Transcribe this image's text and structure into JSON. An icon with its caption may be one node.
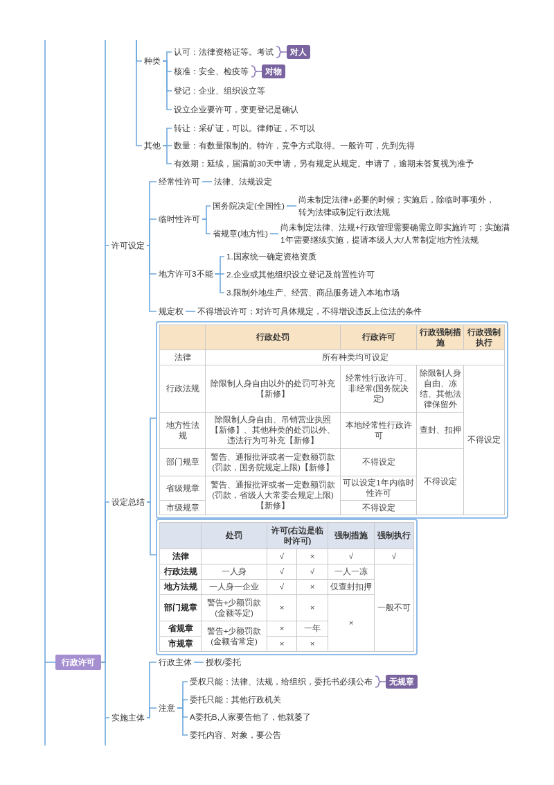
{
  "diagram": {
    "nodes": [
      {
        "text": [
          "种类"
        ]
      },
      {
        "text": [
          "认可：法律资格证等。考试"
        ]
      },
      {
        "text": [
          "对人"
        ]
      },
      {
        "text": [
          "核准：安全、检疫等"
        ]
      },
      {
        "text": [
          "对物"
        ]
      },
      {
        "text": [
          "登记：企业、组织设立等"
        ]
      },
      {
        "text": [
          "设立企业要许可，变更登记是确认"
        ]
      },
      {
        "text": [
          "其他"
        ]
      },
      {
        "text": [
          "转让：采矿证，可以。律师证，不可以"
        ]
      },
      {
        "text": [
          "数量：有数量限制的。特许，竞争方式取得。一般许可，先到先得"
        ]
      },
      {
        "text": [
          "有效期：延续，届满前30天申请，另有规定从规定。申请了，逾期未答复视为准予"
        ]
      },
      {
        "text": [
          "行政许可"
        ]
      },
      {
        "text": [
          "许可设定"
        ]
      },
      {
        "text": [
          "经常性许可"
        ]
      },
      {
        "text": [
          "法律、法规设定"
        ]
      },
      {
        "text": [
          "临时性许可"
        ]
      },
      {
        "text": [
          "国务院决定(全国性)"
        ]
      },
      {
        "text": [
          "尚未制定法律+必要的时候；实施后，除临时事项外，转为法律或制定行政法规"
        ]
      },
      {
        "text": [
          "省规章(地方性)"
        ]
      },
      {
        "text": [
          "尚未制定法律、法规+行政管理需要确需立即实施许可；实施满1年需要继续实施，提请本级人大/人常制定地方性法规"
        ]
      },
      {
        "text": [
          "地方许可3不能"
        ]
      },
      {
        "text": [
          "1.国家统一确定资格资质"
        ]
      },
      {
        "text": [
          "2.企业或其他组织设立登记及前置性许可"
        ]
      },
      {
        "text": [
          "3.限制外地生产、经营、商品服务进入本地市场"
        ]
      },
      {
        "text": [
          "规定权"
        ]
      },
      {
        "text": [
          "不得增设许可；对许可具体规定，不得增设违反上位法的条件"
        ]
      },
      {
        "text": [
          "设定总结"
        ]
      },
      {
        "text": [
          "行政处罚",
          "行政许可",
          "行政强制措施",
          "行政强制执行",
          "法律",
          "所有种类均可设定",
          "行政法规",
          "除限制人身自由以外的处罚可补充【新修】",
          "经常性行政许可、非经常(国务院决定)",
          "除限制人身自由、冻结、其他法律保留外",
          "不得设定",
          "地方性法规",
          "除限制人身自由、吊销营业执照【新修】、其他种类的处罚以外、违法行为可补充【新修】",
          "本地经常性行政许可",
          "查封、扣押",
          "部门规章",
          "警告、通报批评或者一定数额罚款(罚款，国务院规定上限)【新修】",
          "不得设定",
          "不得设定",
          "省级规章",
          "警告、通报批评或者一定数额罚款(罚款，省级人大常委会规定上限)【新修】",
          "可以设定1年内临时性许可",
          "市级规章",
          "不得设定"
        ]
      },
      {
        "text": [
          "处罚",
          "许可(右边是临时许可)",
          "强制措施",
          "强制执行",
          "法律",
          "√",
          "×",
          "√",
          "√",
          "行政法规",
          "一人身",
          "√",
          "√",
          "一人一冻",
          "一般不可",
          "地方法规",
          "一人身一企业",
          "√",
          "×",
          "仅查封扣押",
          "部门规章",
          "警告+少额罚款(金额等定)",
          "×",
          "×",
          "×",
          "省规章",
          "警告+少额罚款(金额省常定)",
          "×",
          "一年",
          "市规章",
          "×",
          "×"
        ]
      },
      {
        "text": [
          "实施主体"
        ]
      },
      {
        "text": [
          "行政主体"
        ]
      },
      {
        "text": [
          "授权/委托"
        ]
      },
      {
        "text": [
          "注意"
        ]
      },
      {
        "text": [
          "受权只能：法律、法规，给组织，委托书必须公布"
        ]
      },
      {
        "text": [
          "无规章"
        ]
      },
      {
        "text": [
          "委托只能：其他行政机关"
        ]
      },
      {
        "text": [
          "A委托B,人家要告他了，他就萎了"
        ]
      },
      {
        "text": [
          "委托内容、对象，要公告"
        ]
      }
    ],
    "edges": [
      {
        "from": null,
        "to": 0,
        "arrow": "none"
      },
      {
        "from": null,
        "to": 7,
        "arrow": "none"
      },
      {
        "from": 0,
        "to": 1,
        "arrow": "none"
      },
      {
        "from": 0,
        "to": 3,
        "arrow": "none"
      },
      {
        "from": 0,
        "to": 5,
        "arrow": "none"
      },
      {
        "from": 0,
        "to": 6,
        "arrow": "none"
      },
      {
        "from": 1,
        "to": 2,
        "arrow": "none",
        "color": "#8e7cb8"
      },
      {
        "from": 3,
        "to": 4,
        "arrow": "none",
        "color": "#8e7cb8"
      },
      {
        "from": 7,
        "to": 8,
        "arrow": "none"
      },
      {
        "from": 7,
        "to": 9,
        "arrow": "none"
      },
      {
        "from": 7,
        "to": 10,
        "arrow": "none"
      },
      {
        "from": null,
        "to": 11,
        "arrow": "none"
      },
      {
        "from": 11,
        "to": 12,
        "arrow": "none"
      },
      {
        "from": 11,
        "to": 26,
        "arrow": "none"
      },
      {
        "from": 11,
        "to": 29,
        "arrow": "none"
      },
      {
        "from": 12,
        "to": 13,
        "arrow": "none"
      },
      {
        "from": 13,
        "to": 14,
        "arrow": "none"
      },
      {
        "from": 12,
        "to": 15,
        "arrow": "none"
      },
      {
        "from": 15,
        "to": 16,
        "arrow": "none"
      },
      {
        "from": 16,
        "to": 17,
        "arrow": "none"
      },
      {
        "from": 15,
        "to": 18,
        "arrow": "none"
      },
      {
        "from": 18,
        "to": 19,
        "arrow": "none"
      },
      {
        "from": 12,
        "to": 20,
        "arrow": "none"
      },
      {
        "from": 20,
        "to": 21,
        "arrow": "none"
      },
      {
        "from": 20,
        "to": 22,
        "arrow": "none"
      },
      {
        "from": 20,
        "to": 23,
        "arrow": "none"
      },
      {
        "from": 12,
        "to": 24,
        "arrow": "none"
      },
      {
        "from": 24,
        "to": 25,
        "arrow": "none"
      },
      {
        "from": 26,
        "to": 27,
        "arrow": "none"
      },
      {
        "from": 26,
        "to": 28,
        "arrow": "none"
      },
      {
        "from": 29,
        "to": 30,
        "arrow": "none"
      },
      {
        "from": 30,
        "to": 31,
        "arrow": "none"
      },
      {
        "from": 29,
        "to": 32,
        "arrow": "none"
      },
      {
        "from": 32,
        "to": 33,
        "arrow": "none"
      },
      {
        "from": 33,
        "to": 34,
        "arrow": "none",
        "color": "#8e7cb8"
      },
      {
        "from": 32,
        "to": 35,
        "arrow": "none"
      },
      {
        "from": 32,
        "to": 36,
        "arrow": "none"
      },
      {
        "from": 32,
        "to": 37,
        "arrow": "none"
      }
    ]
  }
}
